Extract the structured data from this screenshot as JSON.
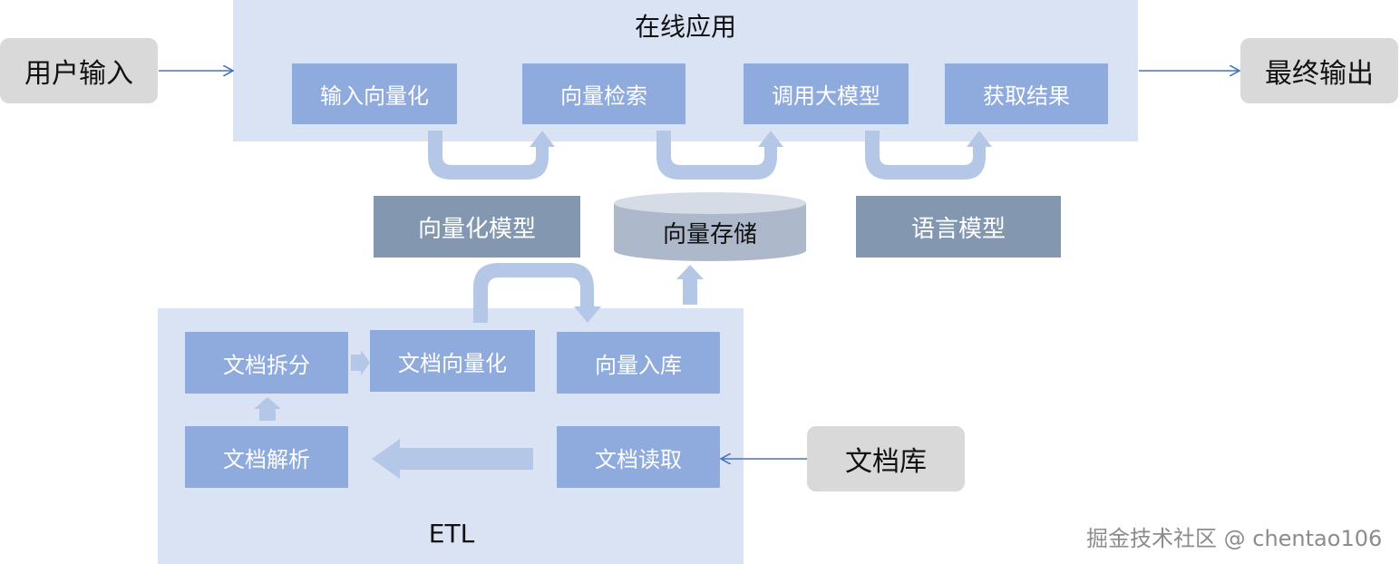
{
  "online": {
    "title": "在线应用",
    "steps": [
      "输入向量化",
      "向量检索",
      "调用大模型",
      "获取结果"
    ]
  },
  "user_input": "用户输入",
  "final_output": "最终输出",
  "models": {
    "vector_model": "向量化模型",
    "vector_store": "向量存储",
    "language_model": "语言模型"
  },
  "etl": {
    "title": "ETL",
    "steps": {
      "split": "文档拆分",
      "vectorize": "文档向量化",
      "store": "向量入库",
      "parse": "文档解析",
      "read": "文档读取"
    }
  },
  "doc_library": "文档库",
  "watermark": "掘金技术社区 @ chentao106",
  "colors": {
    "panel": "#dae3f3",
    "step": "#8faadc",
    "model": "#8497b0",
    "io": "#d9d9d9",
    "arrow_light": "#b4c7e7",
    "arrow_line": "#4472c4",
    "cylinder": "#adb9ca"
  }
}
